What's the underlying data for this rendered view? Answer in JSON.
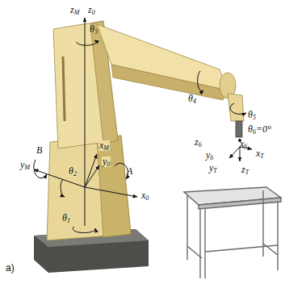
{
  "diagram": {
    "labels": [
      "zM",
      "z0",
      "θ3",
      "B",
      "yM",
      "xM",
      "y0",
      "A",
      "θ2",
      "θ1",
      "x0",
      "θ4",
      "θ5",
      "θ6=0°",
      "z6",
      "x6",
      "y6",
      "xT",
      "yT",
      "zT",
      "a)"
    ]
  }
}
